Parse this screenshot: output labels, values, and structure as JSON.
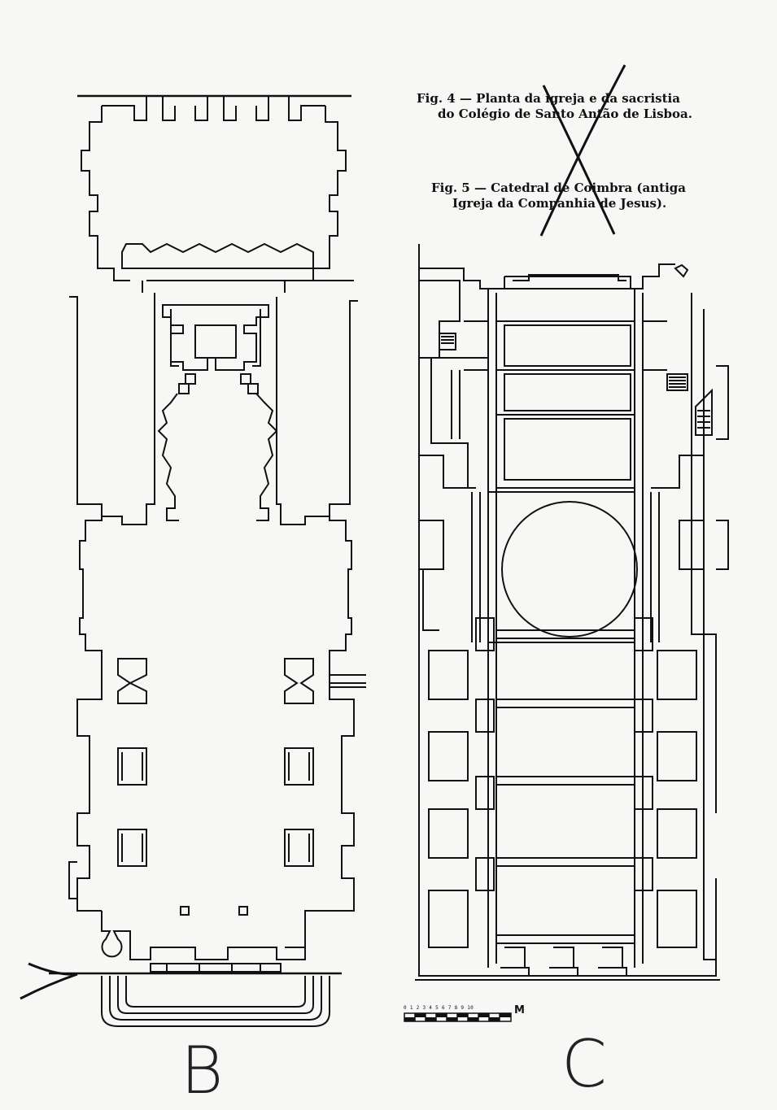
{
  "captions": {
    "fig4_line1": "Fig. 4 — Planta da igreja e da sacristia",
    "fig4_line2": "do Colégio de Santo Antão de Lisboa.",
    "fig5_line1": "Fig. 5 — Catedral de Coimbra (antiga",
    "fig5_line2": "Igreja da Companhia de Jesus)."
  },
  "scale_bar": {
    "numbers": "0 1 2 3 4 5 6 7 8 9 10",
    "unit": "M"
  },
  "handwritten": {
    "left_label": "B",
    "right_label": "C"
  },
  "colors": {
    "ink": "#111111",
    "paper": "#f7f7f5"
  }
}
